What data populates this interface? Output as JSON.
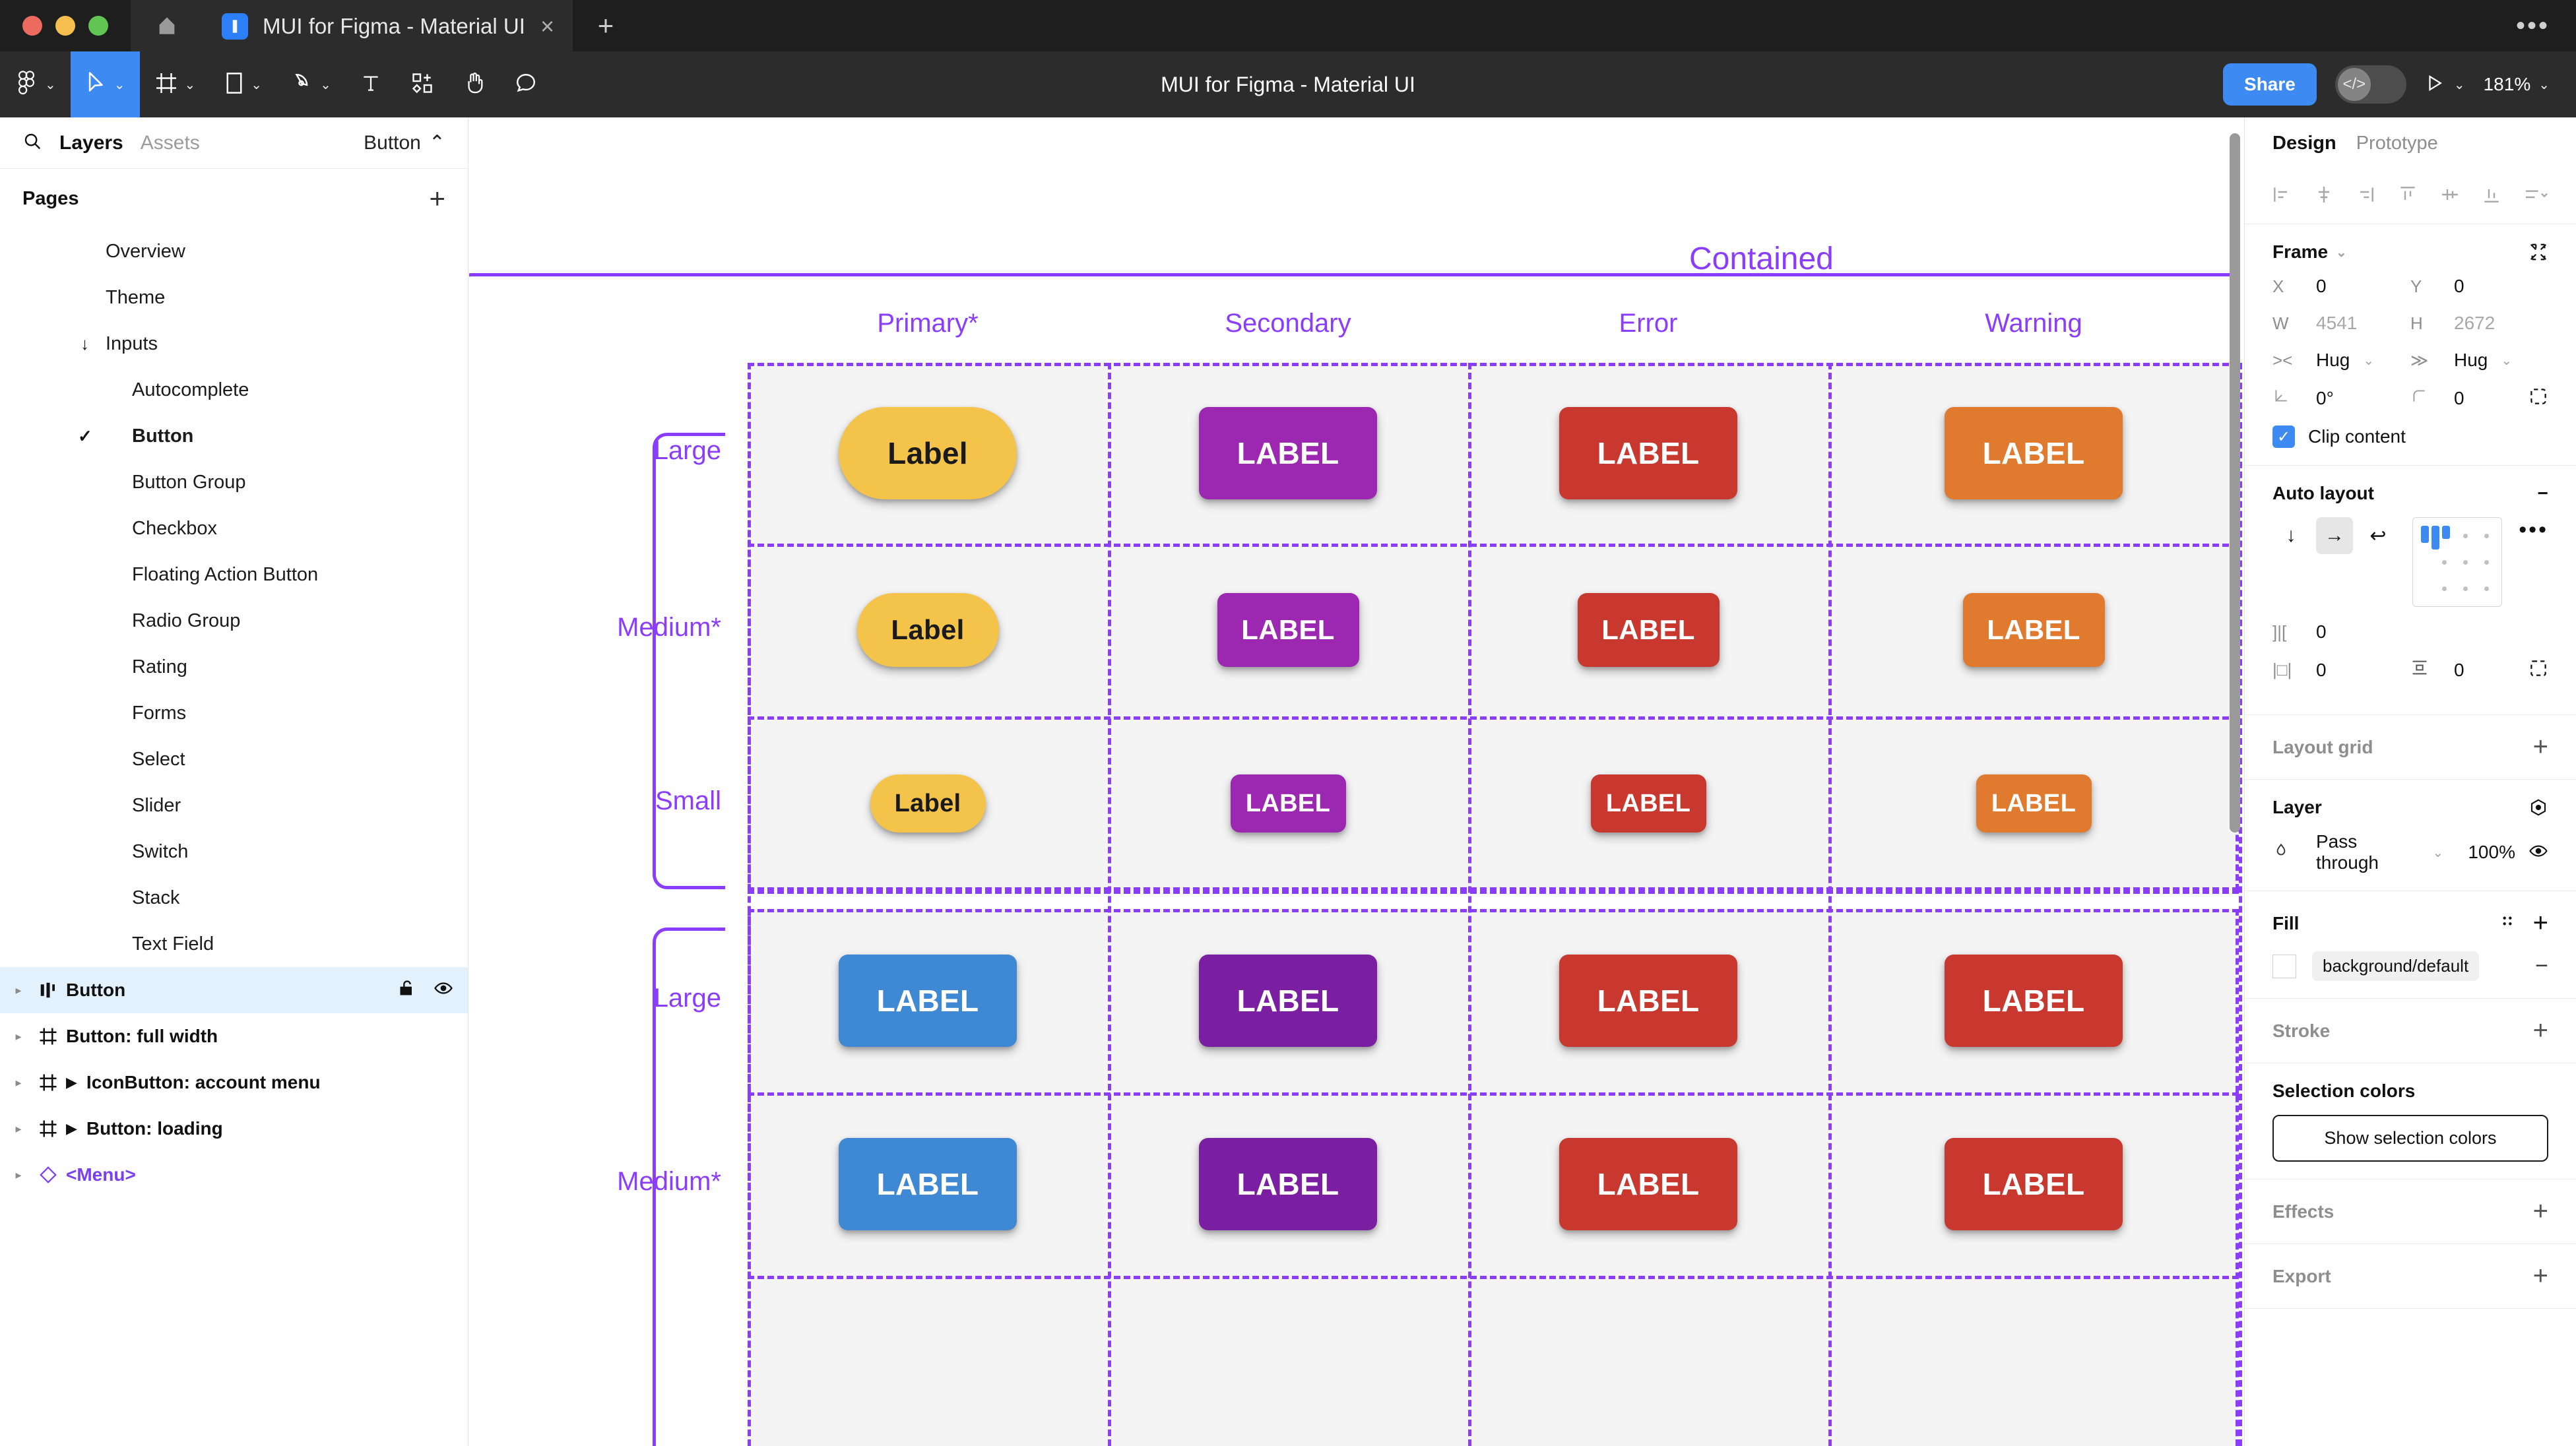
{
  "window": {
    "title_bar": {
      "traffic_lights": [
        "close",
        "minimize",
        "maximize"
      ],
      "home_icon": "home-icon",
      "tab": {
        "favicon": "figma-icon",
        "title": "MUI for Figma - Material UI",
        "close": "×"
      },
      "new_tab": "+",
      "overflow": "•••"
    }
  },
  "toolbar": {
    "tools": [
      {
        "name": "figma-menu",
        "icon": "figma-logo-icon",
        "caret": true,
        "active": false
      },
      {
        "name": "move",
        "icon": "cursor-icon",
        "caret": true,
        "active": true
      },
      {
        "name": "frame",
        "icon": "frame-icon",
        "caret": true,
        "active": false
      },
      {
        "name": "shape",
        "icon": "rectangle-icon",
        "caret": true,
        "active": false
      },
      {
        "name": "pen",
        "icon": "pen-icon",
        "caret": true,
        "active": false
      },
      {
        "name": "text",
        "icon": "text-icon",
        "caret": false,
        "active": false
      },
      {
        "name": "resources",
        "icon": "components-icon",
        "caret": false,
        "active": false
      },
      {
        "name": "hand",
        "icon": "hand-icon",
        "caret": false,
        "active": false
      },
      {
        "name": "comment",
        "icon": "comment-icon",
        "caret": false,
        "active": false
      }
    ],
    "document_title": "MUI for Figma - Material UI",
    "share_label": "Share",
    "dev_mode_icon": "code-icon",
    "present_icon": "play-icon",
    "zoom_level": "181%",
    "accent_color": "#3d8bf2"
  },
  "sidebar": {
    "search_icon": "search-icon",
    "tabs": [
      {
        "label": "Layers",
        "active": true
      },
      {
        "label": "Assets",
        "active": false
      }
    ],
    "current_page_selector": "Button",
    "pages_header": "Pages",
    "pages_add_icon": "plus-icon",
    "pages": [
      {
        "label": "Overview",
        "indent": 1,
        "checked": false,
        "bold": false,
        "arrow": ""
      },
      {
        "label": "Theme",
        "indent": 1,
        "checked": false,
        "bold": false,
        "arrow": ""
      },
      {
        "label": "Inputs",
        "indent": 1,
        "checked": false,
        "bold": false,
        "arrow": "↓"
      },
      {
        "label": "Autocomplete",
        "indent": 2,
        "checked": false,
        "bold": false,
        "arrow": ""
      },
      {
        "label": "Button",
        "indent": 2,
        "checked": true,
        "bold": true,
        "arrow": ""
      },
      {
        "label": "Button Group",
        "indent": 2,
        "checked": false,
        "bold": false,
        "arrow": ""
      },
      {
        "label": "Checkbox",
        "indent": 2,
        "checked": false,
        "bold": false,
        "arrow": ""
      },
      {
        "label": "Floating Action Button",
        "indent": 2,
        "checked": false,
        "bold": false,
        "arrow": ""
      },
      {
        "label": "Radio Group",
        "indent": 2,
        "checked": false,
        "bold": false,
        "arrow": ""
      },
      {
        "label": "Rating",
        "indent": 2,
        "checked": false,
        "bold": false,
        "arrow": ""
      },
      {
        "label": "Forms",
        "indent": 2,
        "checked": false,
        "bold": false,
        "arrow": ""
      },
      {
        "label": "Select",
        "indent": 2,
        "checked": false,
        "bold": false,
        "arrow": ""
      },
      {
        "label": "Slider",
        "indent": 2,
        "checked": false,
        "bold": false,
        "arrow": ""
      },
      {
        "label": "Switch",
        "indent": 2,
        "checked": false,
        "bold": false,
        "arrow": ""
      },
      {
        "label": "Stack",
        "indent": 2,
        "checked": false,
        "bold": false,
        "arrow": ""
      },
      {
        "label": "Text Field",
        "indent": 2,
        "checked": false,
        "bold": false,
        "arrow": ""
      }
    ],
    "layers": [
      {
        "label": "Button",
        "icon": "component-set-icon",
        "selected": true,
        "expanded": false,
        "lock_icon": "unlock-icon",
        "visibility_icon": "eye-icon",
        "component": false
      },
      {
        "label": "Button: full width",
        "icon": "frame-icon",
        "selected": false,
        "expanded": false,
        "component": false
      },
      {
        "label": "IconButton: account menu",
        "icon": "frame-icon",
        "selected": false,
        "expanded": true,
        "component": false
      },
      {
        "label": "Button: loading",
        "icon": "frame-icon",
        "selected": false,
        "expanded": true,
        "component": false
      },
      {
        "label": "<Menu>",
        "icon": "component-instance-icon",
        "selected": false,
        "expanded": false,
        "component": true
      }
    ]
  },
  "canvas": {
    "frame_label": "Contained",
    "frame_label_color": "#8b3dff",
    "guide_color": "#8b3dff",
    "cell_background": "#f4f4f4",
    "columns": [
      "Primary*",
      "Secondary",
      "Error",
      "Warning"
    ],
    "sections": [
      {
        "name": "contained-section",
        "rows": [
          "Large",
          "Medium*",
          "Small"
        ],
        "buttons": [
          [
            {
              "label": "Label",
              "color": "#f4c44a",
              "text_color": "#1a1a1a",
              "radius": "pill",
              "size": "large"
            },
            {
              "label": "LABEL",
              "color": "#9c27b0",
              "text_color": "#ffffff",
              "radius": "rounded",
              "size": "large"
            },
            {
              "label": "LABEL",
              "color": "#c8382f",
              "text_color": "#ffffff",
              "radius": "rounded",
              "size": "large"
            },
            {
              "label": "LABEL",
              "color": "#e07a2e",
              "text_color": "#ffffff",
              "radius": "rounded",
              "size": "large"
            }
          ],
          [
            {
              "label": "Label",
              "color": "#f4c44a",
              "text_color": "#1a1a1a",
              "radius": "pill",
              "size": "medium"
            },
            {
              "label": "LABEL",
              "color": "#9c27b0",
              "text_color": "#ffffff",
              "radius": "rounded",
              "size": "medium"
            },
            {
              "label": "LABEL",
              "color": "#c8382f",
              "text_color": "#ffffff",
              "radius": "rounded",
              "size": "medium"
            },
            {
              "label": "LABEL",
              "color": "#e07a2e",
              "text_color": "#ffffff",
              "radius": "rounded",
              "size": "medium"
            }
          ],
          [
            {
              "label": "Label",
              "color": "#f4c44a",
              "text_color": "#1a1a1a",
              "radius": "pill",
              "size": "small"
            },
            {
              "label": "LABEL",
              "color": "#9c27b0",
              "text_color": "#ffffff",
              "radius": "rounded",
              "size": "small"
            },
            {
              "label": "LABEL",
              "color": "#c8382f",
              "text_color": "#ffffff",
              "radius": "rounded",
              "size": "small"
            },
            {
              "label": "LABEL",
              "color": "#e07a2e",
              "text_color": "#ffffff",
              "radius": "rounded",
              "size": "small"
            }
          ]
        ]
      },
      {
        "name": "second-section",
        "rows": [
          "Large",
          "Medium*"
        ],
        "buttons": [
          [
            {
              "label": "LABEL",
              "color": "#3f88d4",
              "text_color": "#ffffff",
              "radius": "rounded",
              "size": "large"
            },
            {
              "label": "LABEL",
              "color": "#7b1fa2",
              "text_color": "#ffffff",
              "radius": "rounded",
              "size": "large"
            },
            {
              "label": "LABEL",
              "color": "#c8382f",
              "text_color": "#ffffff",
              "radius": "rounded",
              "size": "large"
            },
            {
              "label": "LABEL",
              "color": "#c8382f",
              "text_color": "#ffffff",
              "radius": "rounded",
              "size": "large"
            }
          ],
          [
            {
              "label": "LABEL",
              "color": "#3f88d4",
              "text_color": "#ffffff",
              "radius": "rounded",
              "size": "large"
            },
            {
              "label": "LABEL",
              "color": "#7b1fa2",
              "text_color": "#ffffff",
              "radius": "rounded",
              "size": "large"
            },
            {
              "label": "LABEL",
              "color": "#c8382f",
              "text_color": "#ffffff",
              "radius": "rounded",
              "size": "large"
            },
            {
              "label": "LABEL",
              "color": "#c8382f",
              "text_color": "#ffffff",
              "radius": "rounded",
              "size": "large"
            }
          ]
        ]
      }
    ]
  },
  "right_panel": {
    "tabs": [
      {
        "label": "Design",
        "active": true
      },
      {
        "label": "Prototype",
        "active": false
      }
    ],
    "align_icons": [
      "align-left-icon",
      "align-horizontal-center-icon",
      "align-right-icon",
      "align-top-icon",
      "align-vertical-center-icon",
      "align-bottom-icon",
      "distribute-icon"
    ],
    "frame": {
      "title": "Frame",
      "collapse_icon": "collapse-icon",
      "x_key": "X",
      "x_value": "0",
      "y_key": "Y",
      "y_value": "0",
      "w_key": "W",
      "w_value": "4541",
      "h_key": "H",
      "h_value": "2672",
      "resize_w": "Hug",
      "resize_h": "Hug",
      "rotation": "0°",
      "corner_radius": "0",
      "independent_corners_icon": "corner-radius-icon",
      "clip_content_label": "Clip content",
      "clip_content_checked": true
    },
    "auto_layout": {
      "title": "Auto layout",
      "remove_icon": "minus-icon",
      "direction_vertical": "↓",
      "direction_horizontal": "→",
      "direction_wrap": "↩",
      "active_direction": "horizontal",
      "gap": "0",
      "padding_horizontal": "0",
      "padding_vertical": "0",
      "more_icon": "more-icon",
      "independent_padding_icon": "padding-icon"
    },
    "layout_grid": {
      "title": "Layout grid",
      "add_icon": "plus-icon"
    },
    "layer": {
      "title": "Layer",
      "settings_icon": "layer-settings-icon",
      "blend_icon": "blend-mode-icon",
      "blend_mode": "Pass through",
      "opacity": "100%",
      "visibility_icon": "eye-icon"
    },
    "fill": {
      "title": "Fill",
      "styles_icon": "styles-icon",
      "add_icon": "plus-icon",
      "swatch_color": "#ffffff",
      "style_name": "background/default",
      "remove_icon": "minus-icon"
    },
    "stroke": {
      "title": "Stroke",
      "add_icon": "plus-icon"
    },
    "selection_colors": {
      "title": "Selection colors",
      "button_label": "Show selection colors"
    },
    "effects": {
      "title": "Effects",
      "add_icon": "plus-icon"
    },
    "export": {
      "title": "Export",
      "add_icon": "plus-icon"
    }
  }
}
